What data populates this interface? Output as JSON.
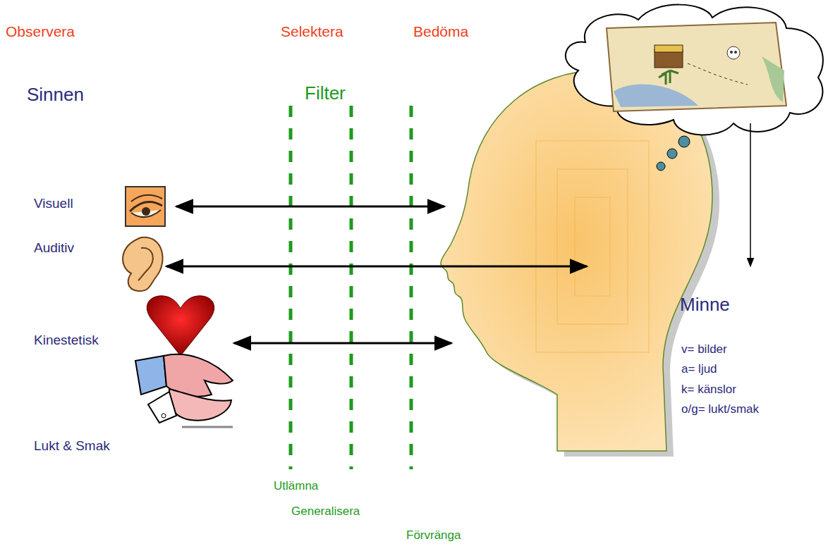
{
  "diagram": {
    "labels": [
      "Observera",
      "Selektera",
      "Bedöma",
      "Sinnen",
      "Filter",
      "Visuell",
      "Auditiv",
      "Kinestetisk",
      "Lukt & Smak",
      "Utlämna",
      "Generalisera",
      "Förvränga",
      "Minne",
      "v= bilder",
      "a= ljud",
      "k= känslor",
      "o/g= lukt/smak"
    ]
  }
}
